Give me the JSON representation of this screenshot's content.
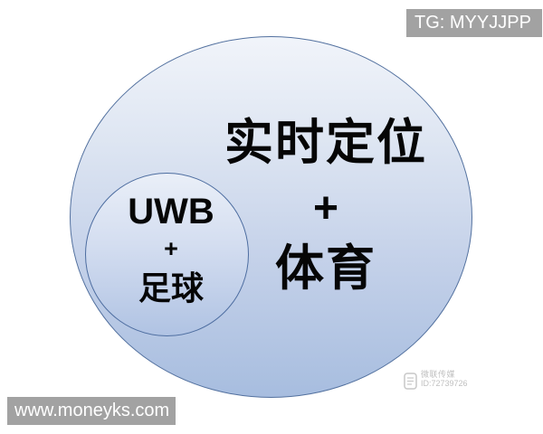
{
  "badges": {
    "telegram_label": "TG: MYYJJPP",
    "website_label": "www.moneyks.com",
    "background_color": "#a2a2a2",
    "text_color": "#ffffff"
  },
  "diagram": {
    "outer_circle": {
      "line1": "实时定位",
      "plus": "+",
      "line2": "体育",
      "fill_top": "#f1f4fa",
      "fill_bottom": "#a7bddf",
      "border_color": "#53719f",
      "text_color": "#060606"
    },
    "inner_circle": {
      "line1": "UWB",
      "plus": "+",
      "line2": "足球",
      "fill_top": "#eaeff8",
      "fill_bottom": "#b0c3e3",
      "border_color": "#4d6da0",
      "text_color": "#060606"
    }
  },
  "watermark": {
    "name": "微联传媒",
    "id_text": "ID:72739726",
    "color": "#b9b9b9"
  }
}
